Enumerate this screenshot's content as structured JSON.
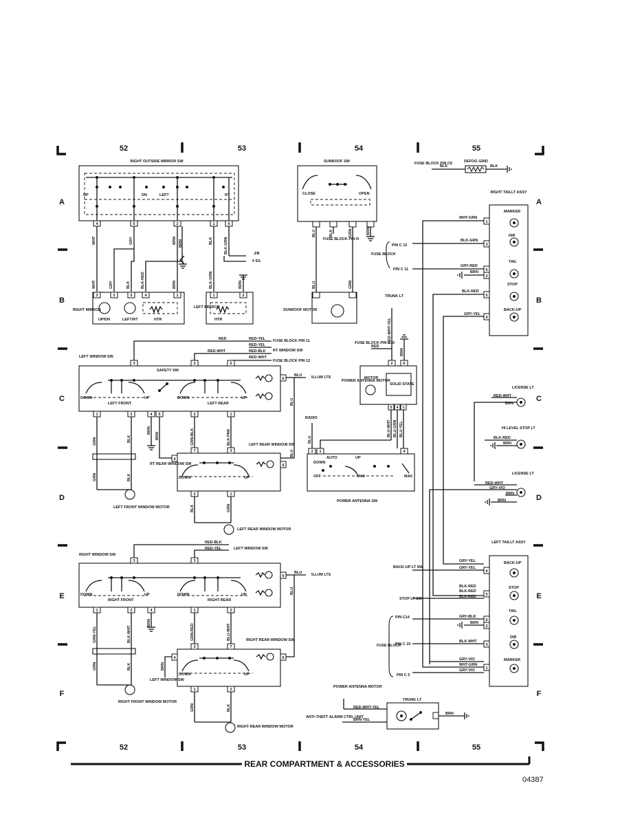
{
  "grid": {
    "columns": [
      "52",
      "53",
      "54",
      "55"
    ],
    "rows": [
      "A",
      "B",
      "C",
      "D",
      "E",
      "F"
    ]
  },
  "title": "REAR COMPARTMENT & ACCESSORIES",
  "sheet_number": "04387",
  "components": {
    "right_outside_mirror_sw": "RIGHT OUTSIDE MIRROR SW",
    "mirror_up": "UP",
    "mirror_dn": "DN",
    "mirror_left": "LEFT",
    "mirror_rt": "RT",
    "right_mirror": "RIGHT MIRROR",
    "up_dn": "UP/DN",
    "left_rt": "LEFT/RT",
    "htr": "HTR",
    "left_mirror": "LEFT MIRROR",
    "jb": "J/B",
    "jb_fuse": "# 5/1",
    "sunroof_sw": "SUNROOF SW",
    "close": "CLOSE",
    "open": "OPEN",
    "fuse_block_pin_n": "FUSE BLOCK PIN N",
    "sunroof_motor": "SUNROOF MOTOR",
    "fuse_block_pin_c6": "FUSE BLOCK PIN C6",
    "defog_grid": "DEFOG GRID",
    "right_taillt_assy": "RIGHT TAILLT ASSY",
    "marker": "MARKER",
    "dir": "DIR",
    "tail": "TAIL",
    "stop": "STOP",
    "back_up": "BACK-UP",
    "pin_c12": "PIN C 12",
    "pin_c11": "PIN C 11",
    "fuse_block": "FUSE BLOCK",
    "trunk_lt": "TRUNK LT",
    "fuse_block_pin_11": "FUSE BLOCK PIN 11",
    "rt_window_sw": "RT WINDOW SW",
    "fuse_block_pin_12": "FUSE BLOCK PIN 12",
    "left_window_sw": "LEFT WINDOW SW",
    "safety_sw": "SAFETY SW",
    "down": "DOWN",
    "up": "UP",
    "left_front": "LEFT FRONT",
    "left_rear": "LEFT REAR",
    "illum_lts": "ILLUM LTS",
    "fuse_block_pin_c16": "FUSE BLOCK PIN C16",
    "power_antenna_motor": "POWER ANTENNA MOTOR",
    "motor": "MOTOR",
    "solid_state": "SOLID STATE",
    "radio": "RADIO",
    "rt_rear_window_sw": "RT REAR WINDOW SW",
    "left_rear_window_sw": "LEFT REAR WINDOW SW",
    "left_front_window_motor": "LEFT FRONT WINDOW MOTOR",
    "left_rear_window_motor": "LEFT REAR WINDOW MOTOR",
    "auto": "AUTO",
    "off": "OFF",
    "max": "MAX",
    "power_antenna_sw": "POWER ANTENNA SW",
    "license_lt": "LICENSE LT",
    "hi_level_stop_lt": "HI LEVEL STOP LT",
    "right_window_sw": "RIGHT WINDOW SW",
    "right_front": "RIGHT FRONT",
    "right_rear": "RIGHT REAR",
    "right_rear_window_sw": "RIGHT REAR WINDOW SW",
    "left_window_sw_2": "LEFT WINDOW SW",
    "right_front_window_motor": "RIGHT FRONT WINDOW MOTOR",
    "right_rear_window_motor": "RIGHT REAR WINDOW MOTOR",
    "left_taillt_assy": "LEFT TAILLT ASSY",
    "back_up_lt_sw": "BACK-UP LT SW",
    "stop_lt_sw": "STOP LT SW",
    "pin_c14": "PIN C14",
    "pin_c10": "PIN C 10",
    "pin_c5": "PIN C 5",
    "anti_theft": "ANTI-THEFT ALARM CTRL UNIT",
    "trunk_lt_2": "TRUNK LT"
  },
  "wires": {
    "wht": "WHT",
    "gry": "GRY",
    "blk": "BLK",
    "brn": "BRN",
    "blk_red": "BLK-RED",
    "blk_grn": "BLK-GRN",
    "grn": "GRN",
    "blu": "BLU",
    "red": "RED",
    "wht_grn": "WHT-GRN",
    "blk_grn2": "BLK-GRN",
    "gry_red": "GRY-RED",
    "gry_yel": "GRY-YEL",
    "red_yel": "RED-YEL",
    "red_blk": "RED-BLK",
    "red_wht": "RED-WHT",
    "red_wht_yel": "RED-WHT-YEL",
    "grn_blk": "GRN-BLK",
    "blk_pnk": "BLK-PNK",
    "blu_wht": "BLU-WHT",
    "blu_grn": "BLU-GRN",
    "blu_yel": "BLU-YEL",
    "gry_vio": "GRY-VIO",
    "grn_yel": "GRN-YEL",
    "blk_wht": "BLK-WHT",
    "grn_red": "GRN-RED",
    "gry_blk": "GRY-BLK",
    "brn_yel": "BRN-YEL"
  }
}
